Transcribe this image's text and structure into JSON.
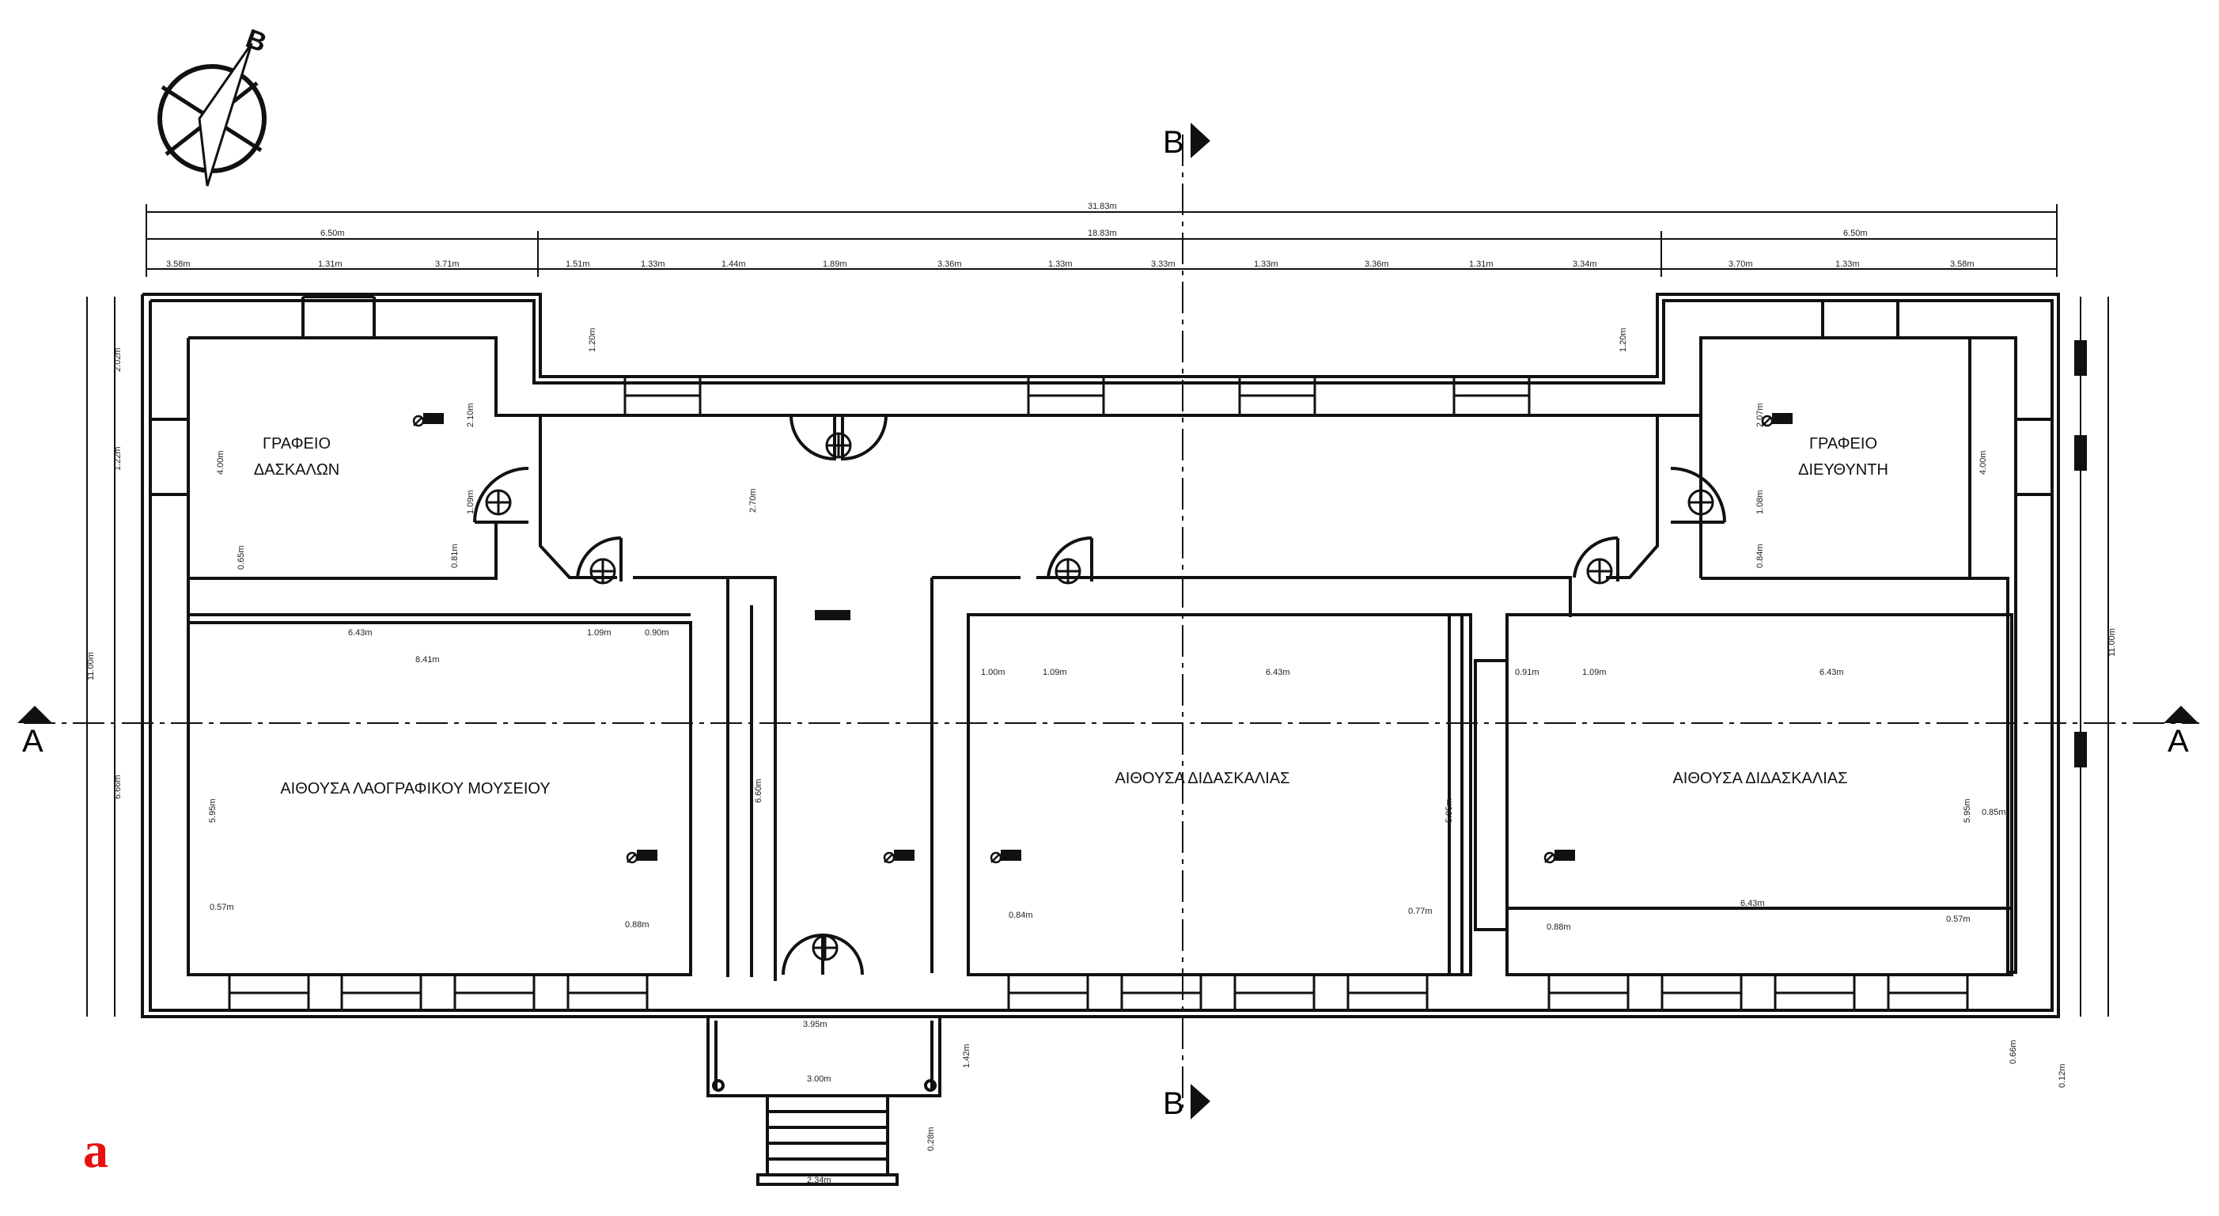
{
  "compass": {
    "north_letter": "B"
  },
  "section_markers": {
    "a_left": "A",
    "a_right": "A",
    "b_top": "B",
    "b_bottom": "B"
  },
  "rooms": {
    "teachers_office": [
      "ΓΡΑΦΕΙΟ",
      "ΔΑΣΚΑΛΩΝ"
    ],
    "director_office": [
      "ΓΡΑΦΕΙΟ",
      "ΔΙΕΥΘΥΝΤΗ"
    ],
    "museum_hall": "ΑΙΘΟΥΣΑ ΛΑΟΓΡΑΦΙΚΟΥ ΜΟΥΣΕΙΟΥ",
    "classroom_1": "ΑΙΘΟΥΣΑ ΔΙΔΑΣΚΑΛΙΑΣ",
    "classroom_2": "ΑΙΘΟΥΣΑ ΔΙΔΑΣΚΑΛΙΑΣ"
  },
  "dimensions": {
    "total_width": "31.83m",
    "left_wing": "6.50m",
    "center_span": "18.83m",
    "right_wing": "6.50m",
    "segments": [
      "3.58m",
      "1.31m",
      "3.71m",
      "1.51m",
      "1.33m",
      "1.44m",
      "1.89m",
      "3.36m",
      "1.33m",
      "3.33m",
      "1.33m",
      "3.36m",
      "1.31m",
      "3.34m",
      "3.70m",
      "1.33m",
      "3.58m"
    ],
    "left_height": "11.00m",
    "left_lower": "6.66m",
    "left_upper_a": "2.02m",
    "left_upper_b": "1.22m",
    "right_height": "11.00m",
    "teachers_office_depth": "4.00m",
    "teachers_office_a": "2.10m",
    "teachers_office_b": "1.09m",
    "teachers_office_c": "0.81m",
    "teachers_office_d": "0.65m",
    "director_office_depth": "4.00m",
    "director_office_a": "2.07m",
    "director_office_b": "1.08m",
    "director_office_c": "0.84m",
    "hall_corner_left": "1.20m",
    "hall_corner_right": "1.20m",
    "corridor_depth": "2.70m",
    "corridor_height": "6.60m",
    "museum_top_a": "6.43m",
    "museum_top_b": "1.09m",
    "museum_top_c": "0.90m",
    "museum_width": "8.41m",
    "museum_height": "5.95m",
    "museum_corner_a": "0.57m",
    "museum_corner_b": "0.88m",
    "class1_a": "1.00m",
    "class1_b": "1.09m",
    "class1_c": "6.43m",
    "class1_height": "5.95m",
    "class1_corner_a": "0.84m",
    "class1_corner_b": "0.77m",
    "class2_a": "0.91m",
    "class2_b": "1.09m",
    "class2_c": "6.43m",
    "class2_height": "5.95m",
    "class2_width": "6.43m",
    "class2_corner_a": "0.88m",
    "class2_corner_b": "0.57m",
    "class2_side": "0.85m",
    "porch_width": "3.95m",
    "porch_depth": "1.42m",
    "porch_inner": "3.00m",
    "stairs_width": "2.34m",
    "stairs_side": "0.28m",
    "bottom_right_a": "0.66m",
    "bottom_right_b": "0.12m"
  },
  "panel_label": "a",
  "colors": {
    "line": "#111111",
    "panel_label": "#e8110f"
  }
}
